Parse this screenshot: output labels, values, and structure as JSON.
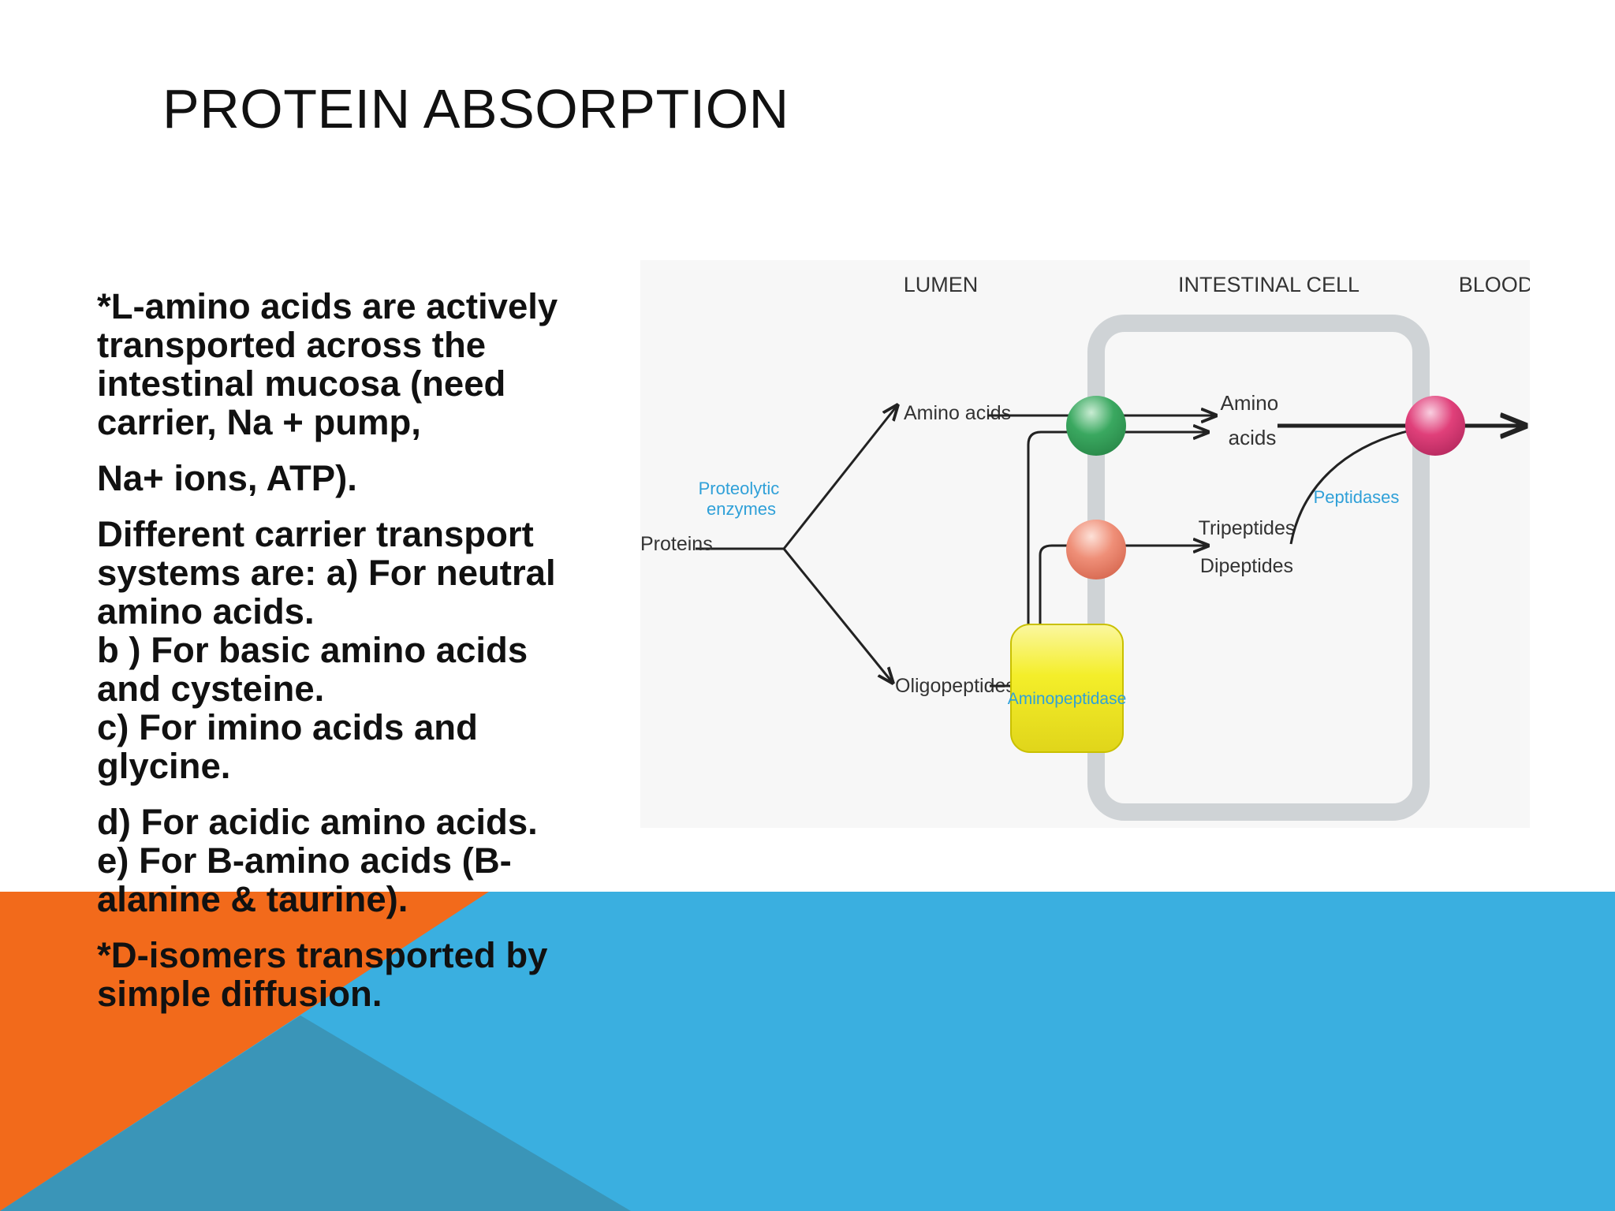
{
  "slide": {
    "title": "PROTEIN ABSORPTION",
    "colors": {
      "orange": "#f26a1b",
      "blue": "#3aafe0",
      "overlap_blue": "#3a95b8"
    }
  },
  "content": {
    "paragraphs": [
      {
        "lines": [
          "*L-amino acids are actively",
          "transported across the",
          "intestinal mucosa (need",
          "carrier, Na + pump,"
        ]
      },
      {
        "lines": [
          "Na+ ions, ATP)."
        ]
      },
      {
        "lines": [
          "Different carrier transport",
          "systems are: a) For neutral",
          "amino acids.",
          "b ) For basic amino acids",
          "and cysteine.",
          "c) For imino acids and",
          "glycine."
        ]
      },
      {
        "lines": [
          "d) For acidic amino acids.",
          "e) For B-amino acids (B-",
          "alanine & taurine)."
        ]
      },
      {
        "lines": [
          "*D-isomers transported by",
          "simple diffusion."
        ]
      }
    ]
  },
  "diagram": {
    "headers": {
      "lumen": "LUMEN",
      "cell": "INTESTINAL CELL",
      "blood": "BLOOD"
    },
    "labels": {
      "proteins": "Proteins",
      "enzymes_1": "Proteolytic",
      "enzymes_2": "enzymes",
      "amino_acids_lumen": "Amino acids",
      "oligopeptides": "Oligopeptides",
      "amino_cell_1": "Amino",
      "amino_cell_2": "acids",
      "tripeptides": "Tripeptides",
      "dipeptides": "Dipeptides",
      "peptidases": "Peptidases",
      "aminopeptidase": "Aminopeptidase"
    },
    "colors": {
      "cell_border": "#cfd3d6",
      "green_carrier": "#3aa860",
      "salmon_carrier": "#ef8f78",
      "pink_carrier": "#e0407a",
      "aminopeptidase": "#f4ee2a",
      "label_blue": "#2fa0d8"
    }
  }
}
